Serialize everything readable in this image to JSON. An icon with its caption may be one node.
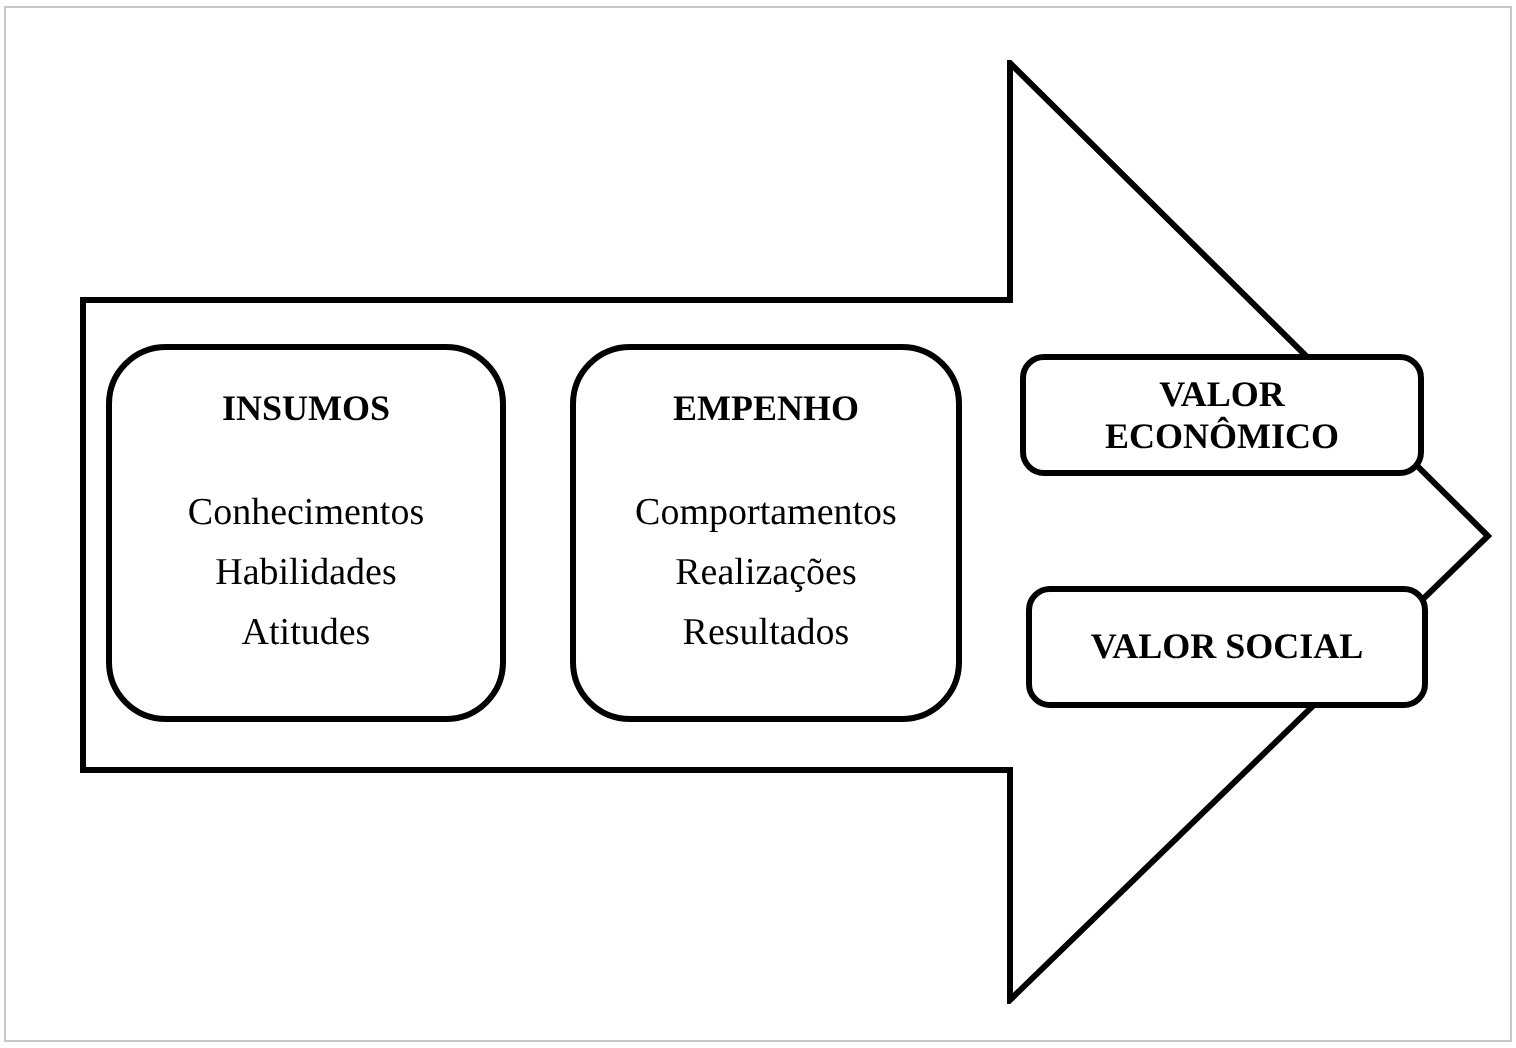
{
  "diagram": {
    "nodes": [
      {
        "text": [],
        "shape": "arrow"
      },
      {
        "text": [
          "INSUMOS",
          "Conhecimentos",
          "Habilidades",
          "Atitudes"
        ],
        "in": 0
      },
      {
        "text": [
          "EMPENHO",
          "Comportamentos",
          "Realizações",
          "Resultados"
        ],
        "in": 0
      },
      {
        "text": [
          "VALOR ECONÔMICO"
        ],
        "in": 0
      },
      {
        "text": [
          "VALOR SOCIAL"
        ],
        "in": 0
      }
    ]
  }
}
